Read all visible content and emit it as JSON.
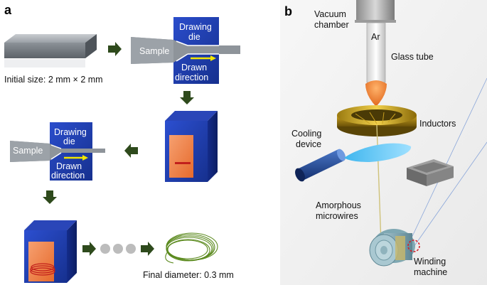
{
  "panel_a": {
    "letter": "a",
    "initial_size": "Initial size: 2 mm × 2 mm",
    "final_diameter": "Final diameter: 0.3 mm",
    "die_top_label_1": "Drawing",
    "die_top_label_2": "die",
    "die_bottom_label_1": "Drawn",
    "die_bottom_label_2": "direction",
    "sample_label": "Sample"
  },
  "panel_b": {
    "letter": "b",
    "vacuum_1": "Vacuum",
    "vacuum_2": "chamber",
    "ar": "Ar",
    "glass_tube": "Glass tube",
    "inductors": "Inductors",
    "cooling_1": "Cooling",
    "cooling_2": "device",
    "amorphous_1": "Amorphous",
    "amorphous_2": "microwires",
    "winding_1": "Winding",
    "winding_2": "machine"
  },
  "colors": {
    "die_blue": "#1f3fb5",
    "arrow_green": "#2e4a1c",
    "arrow_yellow": "#f2e600",
    "furnace_orange": "#f07a3a",
    "panel_b_bg": "#f2f2f2"
  }
}
